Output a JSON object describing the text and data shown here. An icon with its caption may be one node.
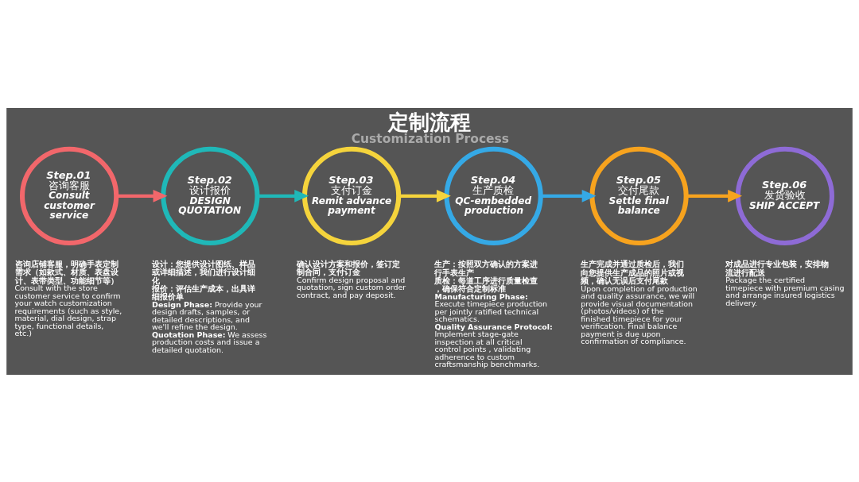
{
  "diagram": {
    "title": "定制流程",
    "caption": "Customization Process",
    "nodes": [
      {
        "text": [
          "Step.01",
          "咨询客服",
          "Consult customer service"
        ],
        "beside": [
          "咨询店铺客服，明确手表定制需求（如款式、材质、表盘设计、表带类型、功能细节等）",
          "Consult with the store customer service to confirm your watch customization requirements (such as style, material, dial design, strap type, functional details, etc.)"
        ]
      },
      {
        "text": [
          "Step.02",
          "设计报价",
          "DESIGN QUOTATION"
        ],
        "beside": [
          "设计：您提供设计图纸、样品或详细描述，我们进行设计细化",
          "报价：评估生产成本，出具详细报价单",
          "**Design Phase:** Provide your design drafts, samples, or detailed descriptions, and we'll refine the design.",
          "**Quotation Phase:** We assess production costs and issue a detailed quotation."
        ]
      },
      {
        "text": [
          "Step.03",
          "支付订金",
          "Remit advance payment"
        ],
        "beside": [
          "确认设计方案和报价，签订定制合同，支付订金",
          "Confirm design proposal and quotation, sign custom order contract, and pay deposit."
        ]
      },
      {
        "text": [
          "Step.04",
          "生产质检",
          "QC-embedded production"
        ],
        "beside": [
          "生产：按照双方确认的方案进行手表生产",
          "质检：每道工序进行质量检查，确保符合定制标准",
          "**Manufacturing Phase:**",
          "Execute timepiece production per jointly ratified technical schematics.",
          "**Quality Assurance Protocol:**",
          "Implement stage-gate inspection at all critical control points , validating adherence to custom craftsmanship benchmarks."
        ]
      },
      {
        "text": [
          "Step.05",
          "交付尾款",
          "Settle final balance"
        ],
        "beside": [
          "生产完成并通过质检后，我们向您提供生产成品的照片或视频，确认无误后支付尾款",
          "Upon completion of production and quality assurance, we will provide visual documentation (photos/videos) of the finished timepiece for your verification. Final balance payment is due upon confirmation of compliance."
        ]
      },
      {
        "text": [
          "Step.06",
          "发货验收",
          "SHIP ACCEPT"
        ],
        "beside": [
          "对成品进行专业包装，安排物流进行配送",
          "Package the certified timepiece with premium casing and arrange insured logistics delivery."
        ]
      }
    ],
    "edges": [
      {
        "from": 0,
        "to": 1,
        "arrow": "to",
        "color": "#f2676b"
      },
      {
        "from": 1,
        "to": 2,
        "arrow": "to",
        "color": "#1fb8b8"
      },
      {
        "from": 2,
        "to": 3,
        "arrow": "to",
        "color": "#f5d43c"
      },
      {
        "from": 3,
        "to": 4,
        "arrow": "to",
        "color": "#35a9e6"
      },
      {
        "from": 4,
        "to": 5,
        "arrow": "to",
        "color": "#f7a31e"
      }
    ]
  }
}
